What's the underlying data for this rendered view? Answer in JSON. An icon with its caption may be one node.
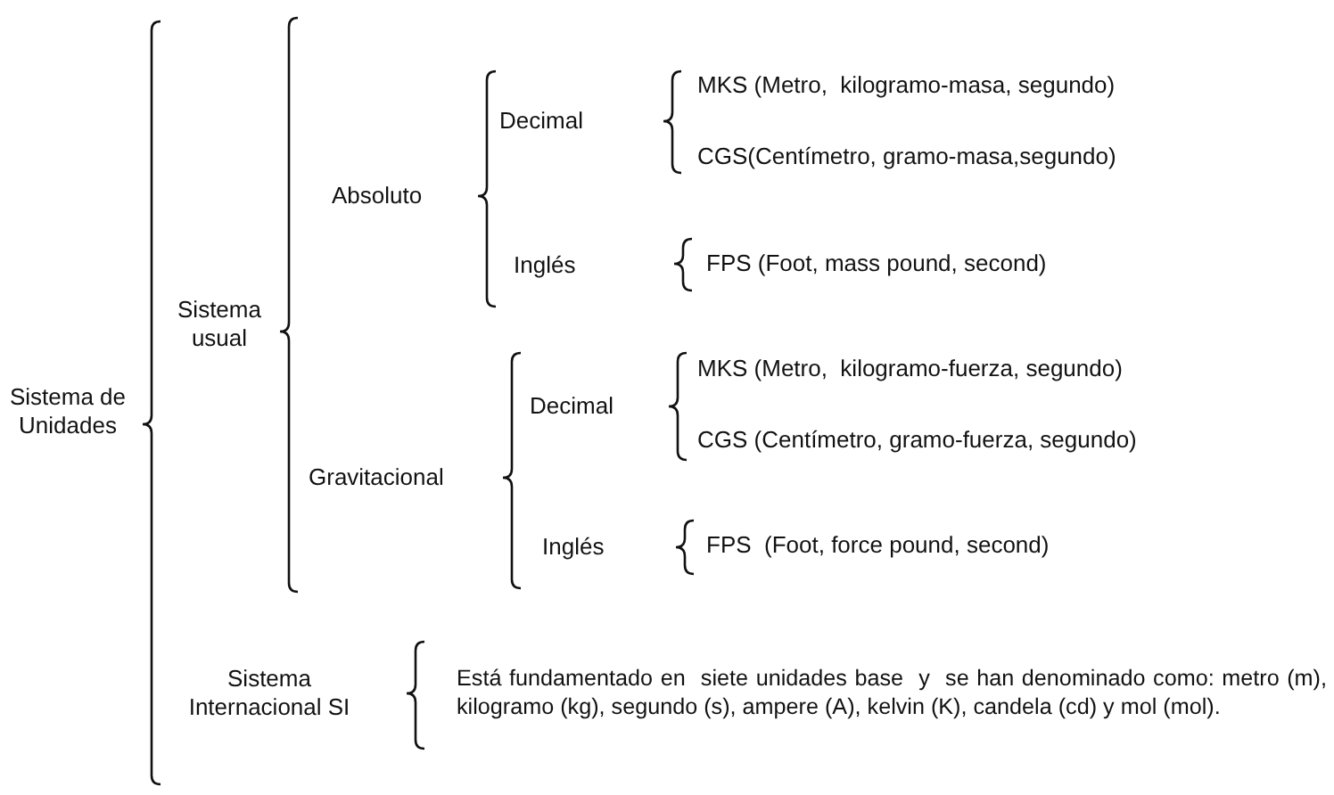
{
  "diagram": {
    "labels": [
      "Sistema de Unidades",
      "Sistema usual",
      "Absoluto",
      "Decimal",
      "MKS (Metro,  kilogramo-masa, segundo)",
      "CGS(Centímetro, gramo-masa,segundo)",
      "Inglés",
      "FPS (Foot, mass pound, second)",
      "Gravitacional",
      "Decimal",
      "MKS (Metro,  kilogramo-fuerza, segundo)",
      "CGS (Centímetro, gramo-fuerza, segundo)",
      "Inglés",
      "FPS  (Foot, force pound, second)",
      "Sistema Internacional SI",
      "Está fundamentado en  siete unidades base  y  se han denominado como: metro (m), kilogramo (kg), segundo (s), ampere (A), kelvin (K), candela (cd) y mol (mol)."
    ]
  }
}
